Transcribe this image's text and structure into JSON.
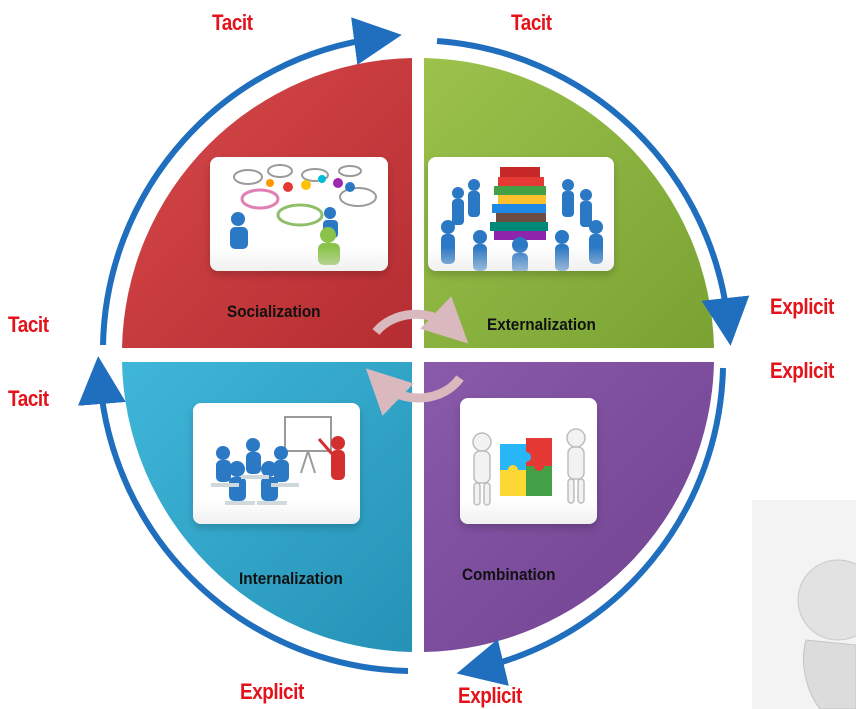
{
  "colors": {
    "socialization": "#c8373a",
    "externalization": "#8ab43c",
    "internalization": "#2fa7c9",
    "combination": "#7d4e9d",
    "cycle_arrow": "#1f6fbe",
    "knowledge_label": "#e4121b",
    "center_arrow": "#d9b9be"
  },
  "quadrants": [
    {
      "id": "socialization",
      "label": "Socialization",
      "icon": "people-conversation-icon"
    },
    {
      "id": "externalization",
      "label": "Externalization",
      "icon": "people-books-icon"
    },
    {
      "id": "combination",
      "label": "Combination",
      "icon": "puzzle-people-icon"
    },
    {
      "id": "internalization",
      "label": "Internalization",
      "icon": "classroom-presentation-icon"
    }
  ],
  "knowledge_labels": {
    "top_left": "Tacit",
    "top_right": "Tacit",
    "right_upper": "Explicit",
    "right_lower": "Explicit",
    "left_upper": "Tacit",
    "left_lower": "Tacit",
    "bottom_left": "Explicit",
    "bottom_right": "Explicit"
  }
}
